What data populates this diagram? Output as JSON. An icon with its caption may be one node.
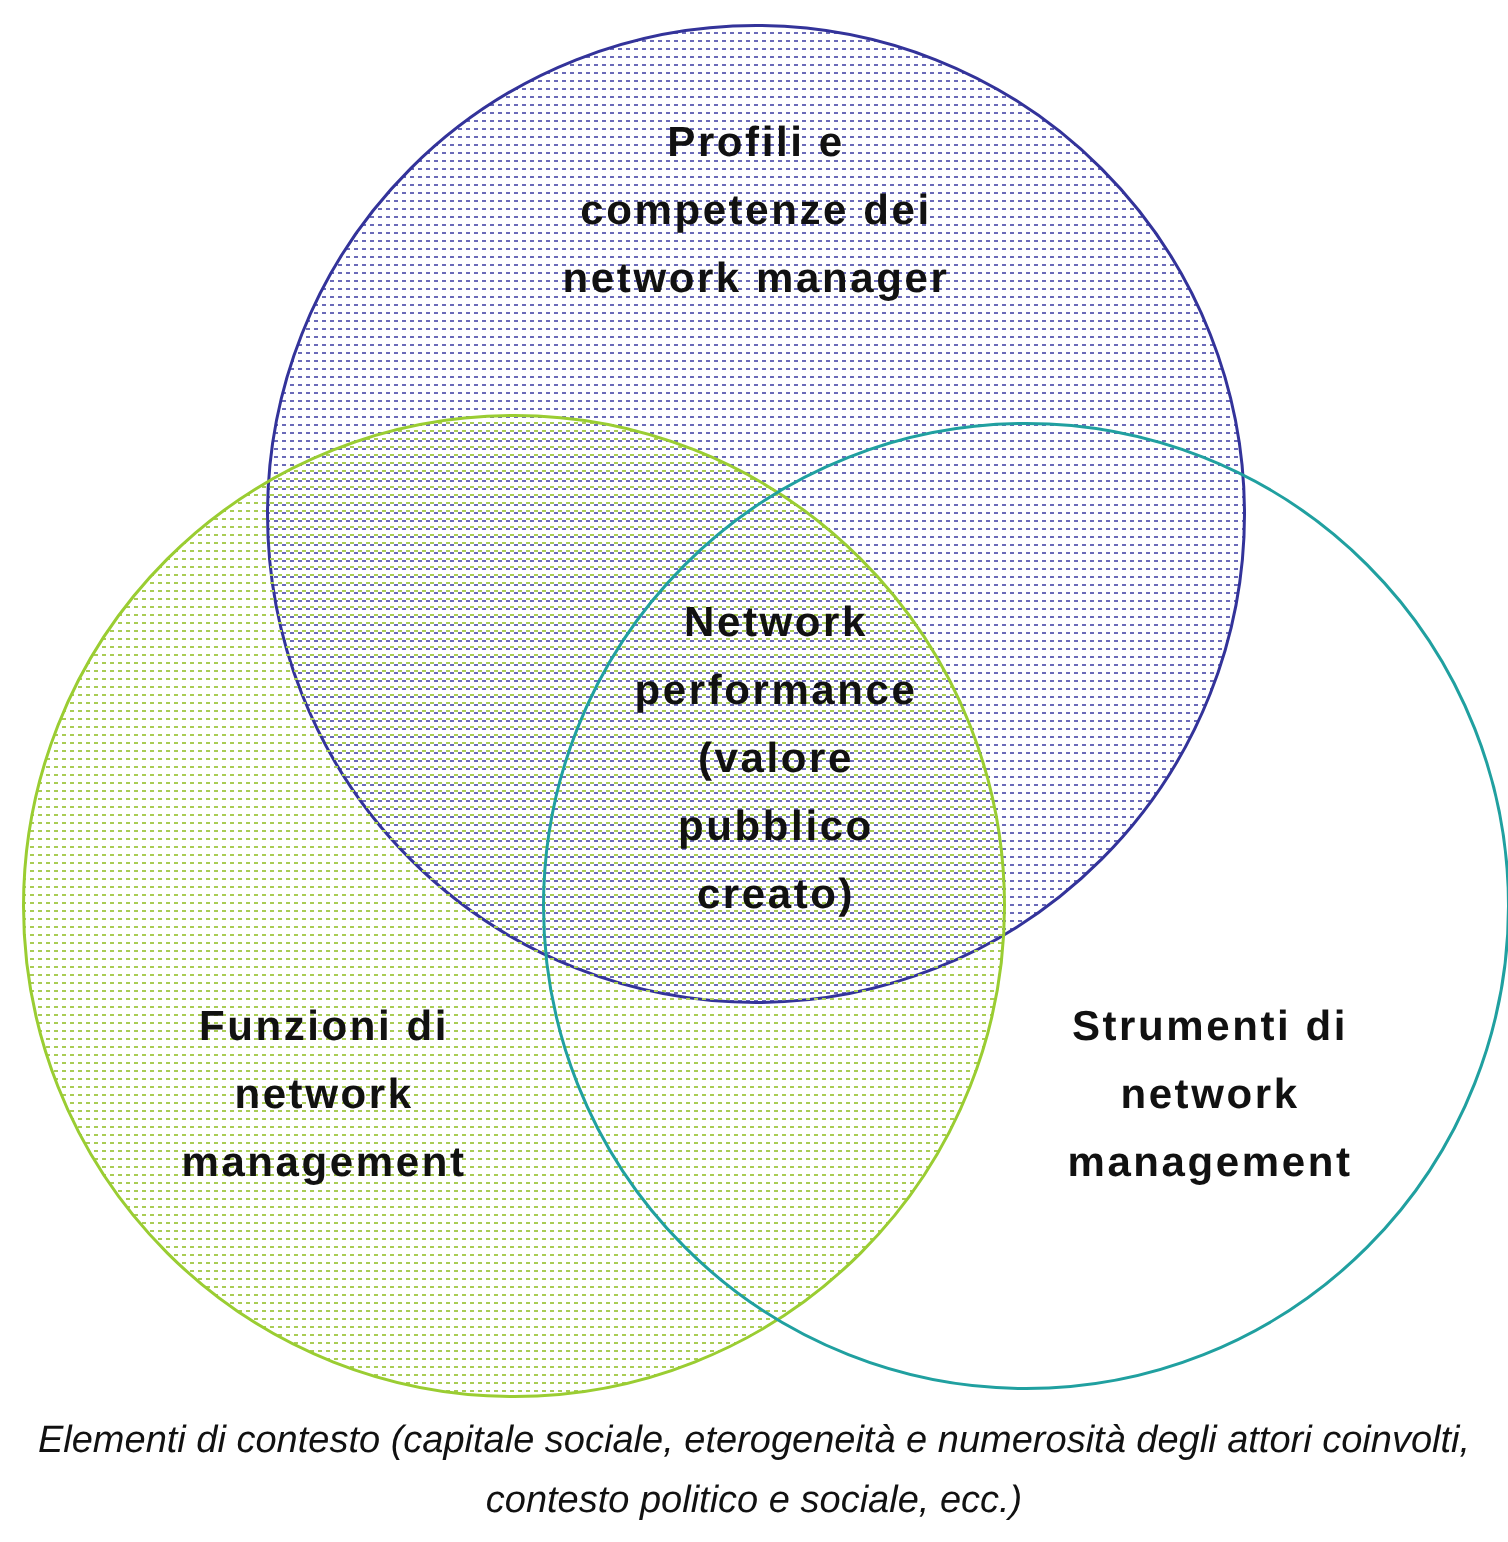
{
  "diagram": {
    "caption": "Elementi di contesto (capitale sociale, eterogeneità e numerosità degli attori coinvolti, contesto politico e sociale, ecc.)",
    "nodes": [
      {
        "text": [
          "Profili e competenze dei network manager"
        ]
      },
      {
        "text": [
          "Funzioni di network management"
        ]
      },
      {
        "text": [
          "Strumenti di network management"
        ]
      },
      {
        "text": [
          "Network performance (valore pubblico creato)"
        ]
      }
    ]
  }
}
